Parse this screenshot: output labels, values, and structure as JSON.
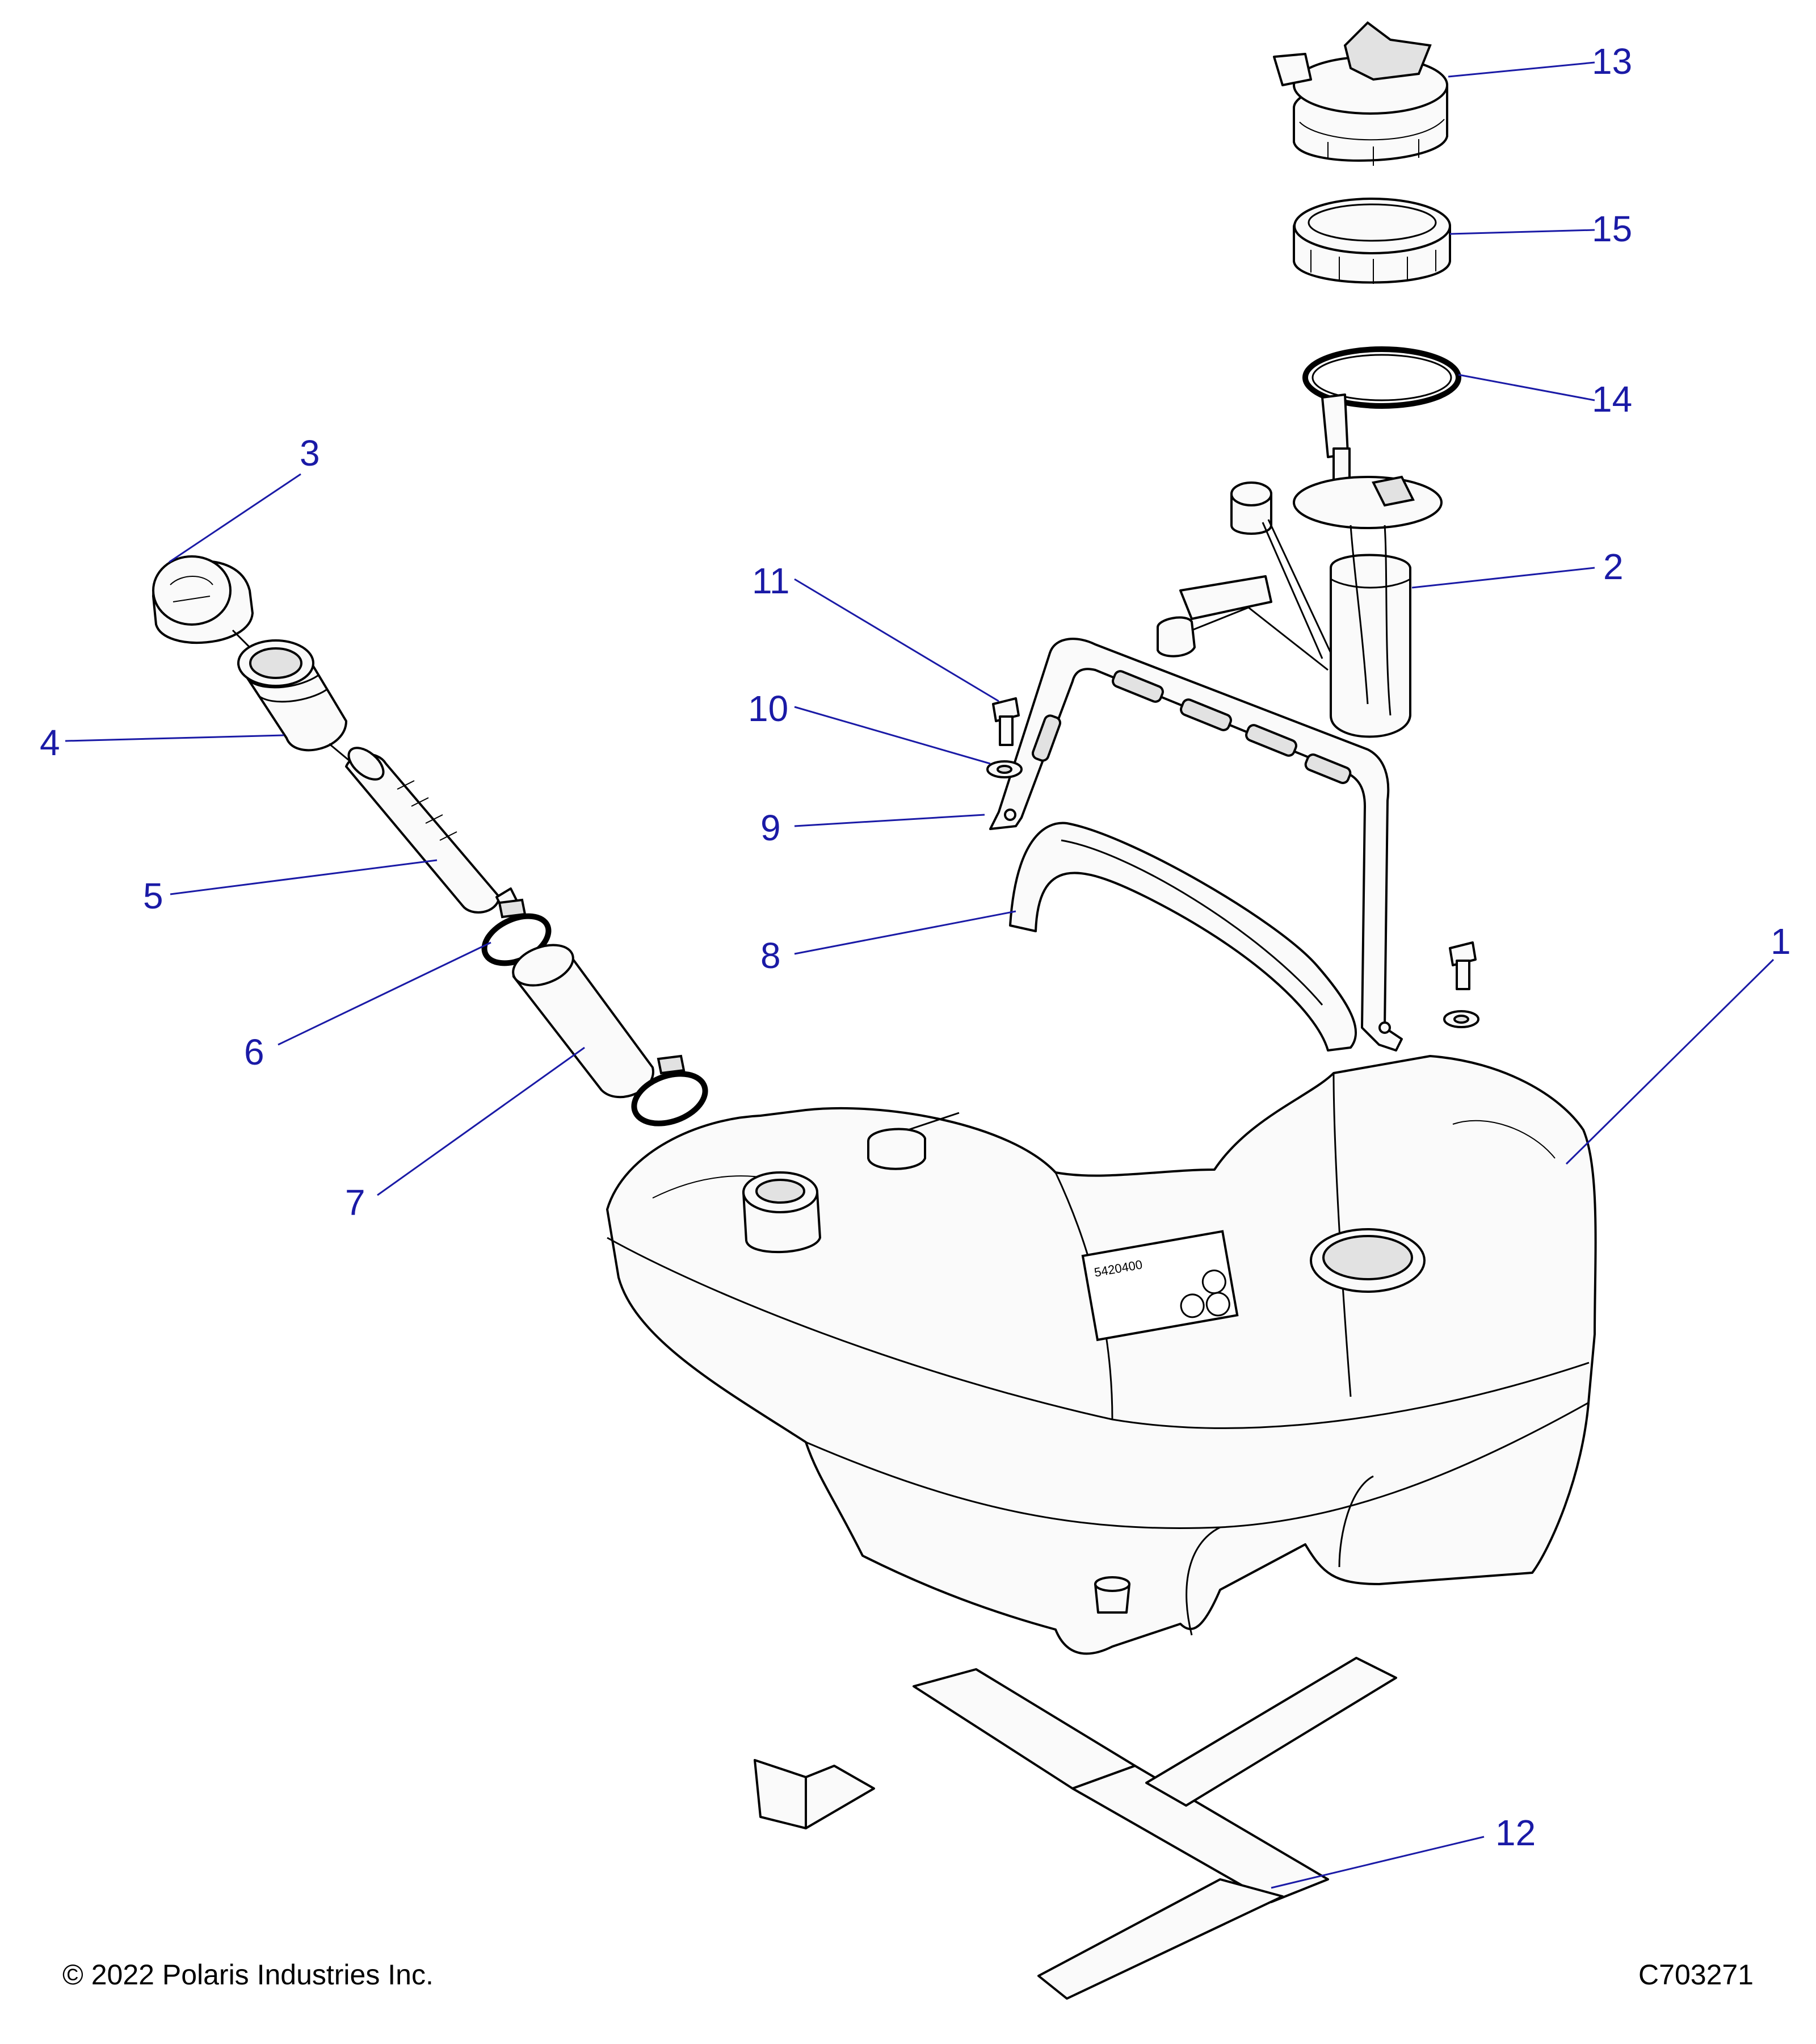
{
  "diagram": {
    "callout_color": "#1a1aa6",
    "line_color": "#000000",
    "callouts": {
      "c1": "1",
      "c2": "2",
      "c3": "3",
      "c4": "4",
      "c5": "5",
      "c6": "6",
      "c7": "7",
      "c8": "8",
      "c9": "9",
      "c10": "10",
      "c11": "11",
      "c12": "12",
      "c13": "13",
      "c14": "14",
      "c15": "15"
    },
    "decal": {
      "number": "5420400"
    }
  },
  "footer": {
    "copyright": "© 2022 Polaris Industries Inc.",
    "figure_code": "C703271"
  }
}
